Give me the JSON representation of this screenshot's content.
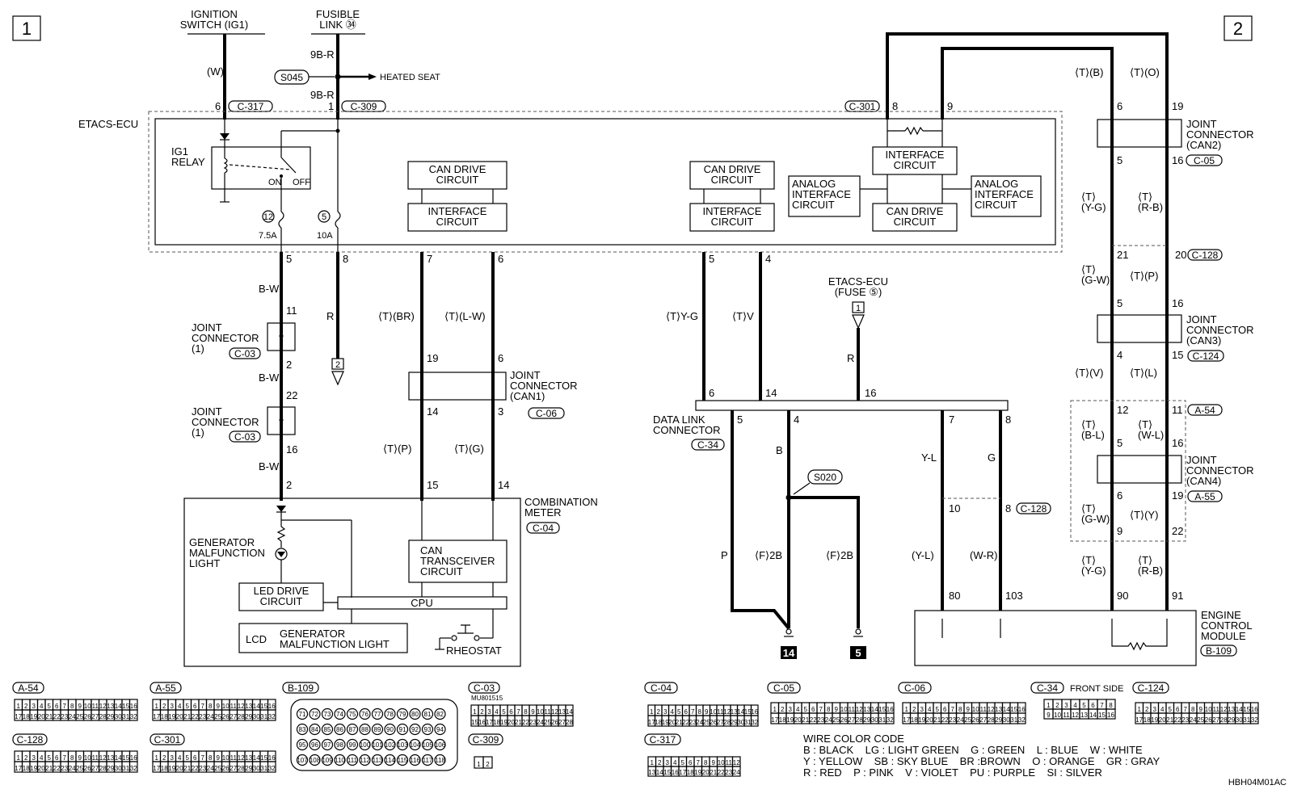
{
  "page": {
    "page_number_left": "1",
    "page_number_right": "2",
    "diagram_code": "HBH04M01AC"
  },
  "sources": {
    "ignition_switch": "IGNITION\nSWITCH (IG1)",
    "fusible_link": "FUSIBLE\nLINK ㉞",
    "splice_s045": "S045",
    "heated_seat": "HEATED SEAT",
    "etacs_fuse": "ETACS-ECU\n(FUSE ⑤)",
    "splice_s020": "S020"
  },
  "components": {
    "etacs_ecu": "ETACS-ECU",
    "ig1_relay": "IG1\nRELAY",
    "relay_on": "ON",
    "relay_off": "OFF",
    "fuse12_num": "12",
    "fuse12_rating": "7.5A",
    "fuse5_num": "5",
    "fuse5_rating": "10A",
    "can_drive_circuit": "CAN DRIVE\nCIRCUIT",
    "interface_circuit": "INTERFACE\nCIRCUIT",
    "analog_interface_circuit": "ANALOG\nINTERFACE\nCIRCUIT",
    "joint_connector_1": "JOINT\nCONNECTOR\n(1)",
    "joint_connector_can1": "JOINT\nCONNECTOR\n(CAN1)",
    "joint_connector_can2": "JOINT\nCONNECTOR\n(CAN2)",
    "joint_connector_can3": "JOINT\nCONNECTOR\n(CAN3)",
    "joint_connector_can4": "JOINT\nCONNECTOR\n(CAN4)",
    "combination_meter": "COMBINATION\nMETER",
    "generator_light": "GENERATOR\nMALFUNCTION\nLIGHT",
    "led_drive_circuit": "LED DRIVE\nCIRCUIT",
    "cpu": "CPU",
    "lcd": "LCD",
    "lcd_detail": "GENERATOR\nMALFUNCTION LIGHT",
    "can_transceiver": "CAN\nTRANSCEIVER\nCIRCUIT",
    "rheostat": "RHEOSTAT",
    "data_link_connector": "DATA LINK\nCONNECTOR",
    "engine_control_module": "ENGINE\nCONTROL\nMODULE",
    "ground_14": "14",
    "ground_5": "5",
    "front_side": "FRONT SIDE",
    "part_no": "MU801515"
  },
  "connector_ids": {
    "c317": "C-317",
    "c309": "C-309",
    "c301": "C-301",
    "c03": "C-03",
    "c06": "C-06",
    "c04": "C-04",
    "c34": "C-34",
    "c05": "C-05",
    "c128": "C-128",
    "c124": "C-124",
    "a54": "A-54",
    "a55": "A-55",
    "b109": "B-109"
  },
  "wires": {
    "w": "(W)",
    "b9r": "9B-R",
    "bw": "B-W",
    "r": "R",
    "t_br": "⟨T⟩(BR)",
    "t_lw": "⟨T⟩(L-W)",
    "t_p": "⟨T⟩(P)",
    "t_g": "⟨T⟩(G)",
    "t_yg": "⟨T⟩Y-G",
    "t_v": "⟨T⟩V",
    "b": "B",
    "p": "P",
    "f2b": "⟨F⟩2B",
    "yl": "Y-L",
    "g": "G",
    "yl_p": "(Y-L)",
    "wr_p": "(W-R)",
    "t_b": "⟨T⟩(B)",
    "t_o": "⟨T⟩(O)",
    "t_yg2": "⟨T⟩\n(Y-G)",
    "t_rb2": "⟨T⟩\n(R-B)",
    "t_gw2": "⟨T⟩\n(G-W)",
    "t_p2": "⟨T⟩(P)",
    "t_v2": "⟨T⟩(V)",
    "t_l2": "⟨T⟩(L)",
    "t_bl2": "⟨T⟩\n(B-L)",
    "t_wl2": "⟨T⟩\n(W-L)",
    "t_y2": "⟨T⟩(Y)"
  },
  "pins": {
    "p6": "6",
    "p1": "1",
    "p5": "5",
    "p8": "8",
    "p7": "7",
    "p4": "4",
    "p9": "9",
    "p11": "11",
    "p2": "2",
    "p22": "22",
    "p16": "16",
    "p19": "19",
    "p14": "14",
    "p3": "3",
    "p15": "15",
    "p21": "21",
    "p20": "20",
    "p12": "12",
    "p10": "10",
    "p80": "80",
    "p103": "103",
    "p90": "90",
    "p91": "91"
  },
  "legend": {
    "title": "WIRE COLOR CODE",
    "line1": "B : BLACK    LG : LIGHT GREEN    G : GREEN    L : BLUE    W : WHITE",
    "line2": "Y : YELLOW    SB : SKY BLUE    BR :BROWN    O : ORANGE    GR : GRAY",
    "line3": "R : RED    P : PINK    V : VIOLET    PU : PURPLE    SI : SILVER"
  }
}
